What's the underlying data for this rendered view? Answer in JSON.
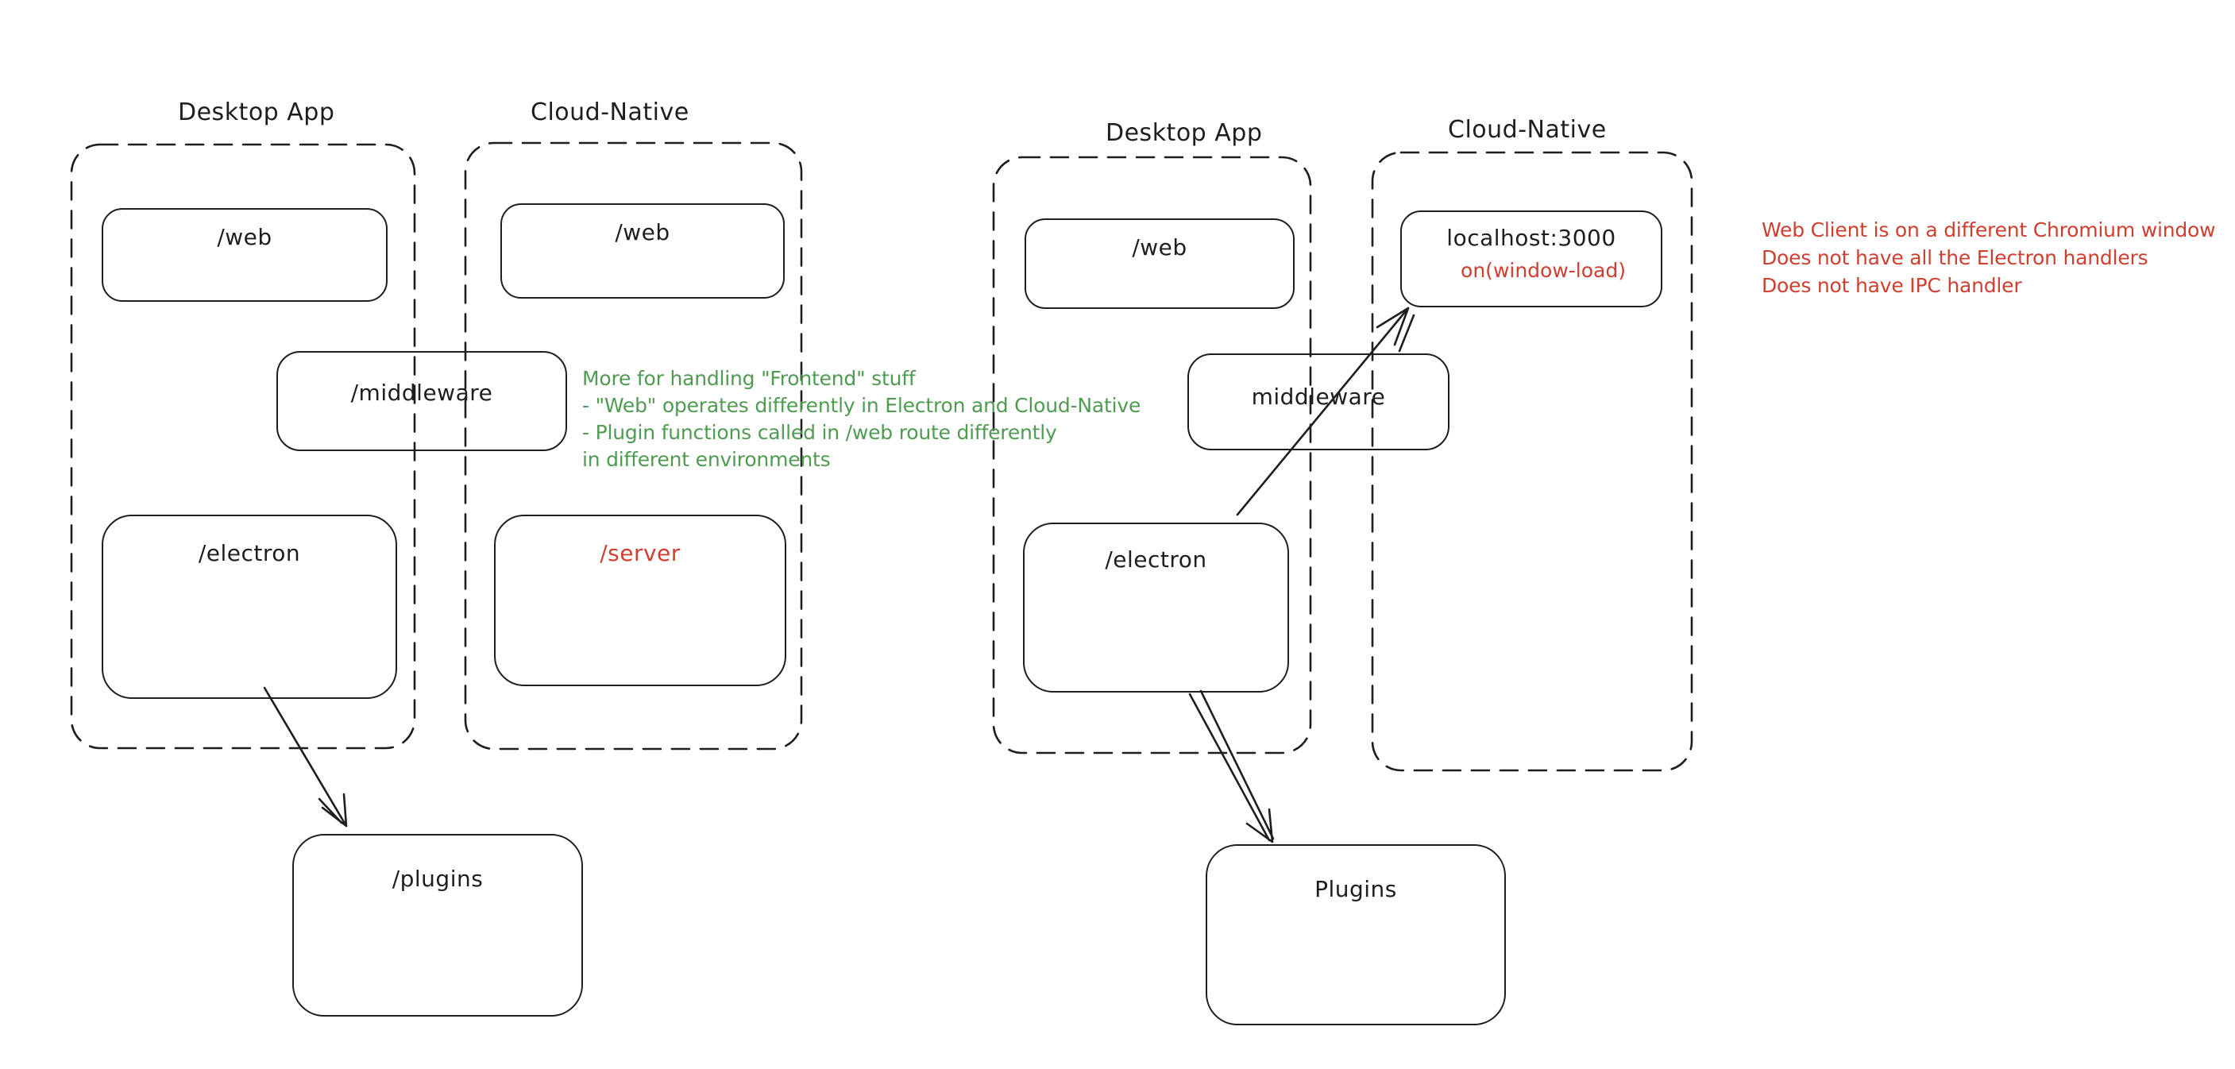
{
  "colors": {
    "ink": "#1e1e1e",
    "green": "#4f9b52",
    "red": "#cf3f30",
    "background": "#ffffff"
  },
  "left_diagram": {
    "desktop_container_label": "Desktop App",
    "cloud_container_label": "Cloud-Native",
    "web_desktop_box": "/web",
    "web_cloud_box": "/web",
    "middleware_box": "/middleware",
    "electron_box": "/electron",
    "server_box": "/server",
    "plugins_box": "/plugins"
  },
  "right_diagram": {
    "desktop_container_label": "Desktop App",
    "cloud_container_label": "Cloud-Native",
    "web_box": "/web",
    "localhost_box": "localhost:3000",
    "localhost_event": "on(window-load)",
    "middleware_box": "middleware",
    "electron_box": "/electron",
    "plugins_box": "Plugins"
  },
  "green_note": {
    "line1": "More for handling \"Frontend\" stuff",
    "line2": "- \"Web\" operates differently in Electron and Cloud-Native",
    "line3": "- Plugin functions called in /web route differently",
    "line4": "in different environments"
  },
  "red_note": {
    "line1": "Web Client is on a different Chromium window",
    "line2": "Does not have all the Electron handlers",
    "line3": "Does not have IPC handler"
  }
}
